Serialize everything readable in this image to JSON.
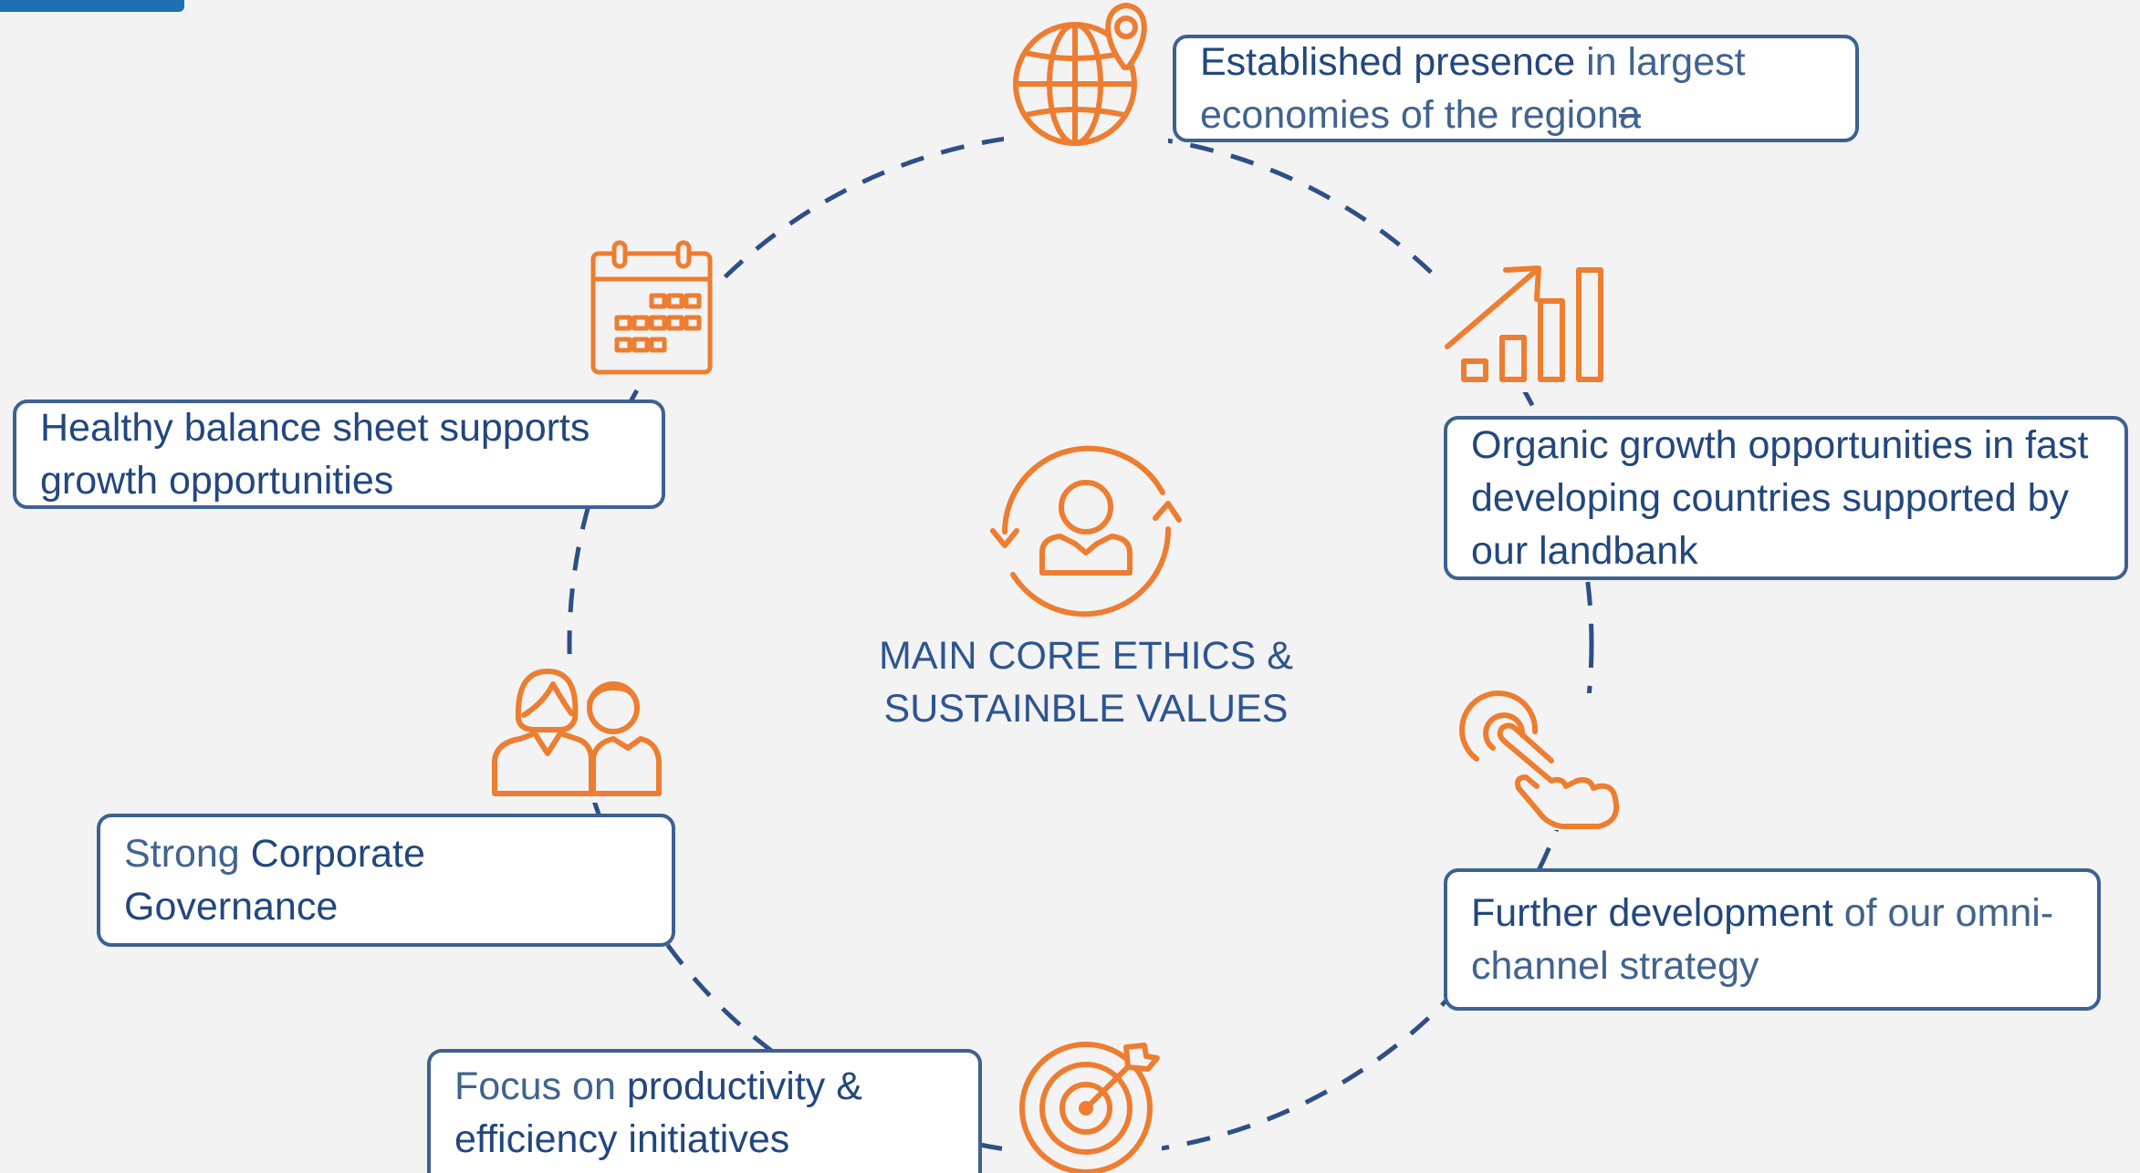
{
  "theme": {
    "accent_orange": "#ed7d31",
    "navy_text": "#22477e",
    "border_blue": "#3d6190",
    "dashed_ring": "#2e4f86",
    "background": "#f3f3f3"
  },
  "center": {
    "icon": "person-cycle-icon",
    "title_line1": "MAIN CORE ETHICS &",
    "title_line2": "SUSTAINBLE VALUES"
  },
  "nodes": [
    {
      "id": "presence",
      "icon": "globe-location-icon",
      "bold": "Established presence",
      "rest": " in largest",
      "line2": "economies of the region",
      "line2_strike": "a"
    },
    {
      "id": "organic",
      "icon": "growth-chart-icon",
      "line1": "Organic growth opportunities in fast",
      "line2": "developing countries supported by",
      "line3": "our landbank"
    },
    {
      "id": "omnichannel",
      "icon": "touch-hand-icon",
      "bold": "Further development",
      "rest": " of our omni-",
      "line2": "channel strategy"
    },
    {
      "id": "productivity",
      "icon": "target-icon",
      "light": "Focus on ",
      "bold": "productivity &",
      "line2": "efficiency initiatives"
    },
    {
      "id": "governance",
      "icon": "people-icon",
      "light": "Strong ",
      "bold": "Corporate Governance"
    },
    {
      "id": "balance",
      "icon": "calendar-icon",
      "line1": "Healthy balance sheet supports",
      "line2": "growth opportunities"
    }
  ]
}
